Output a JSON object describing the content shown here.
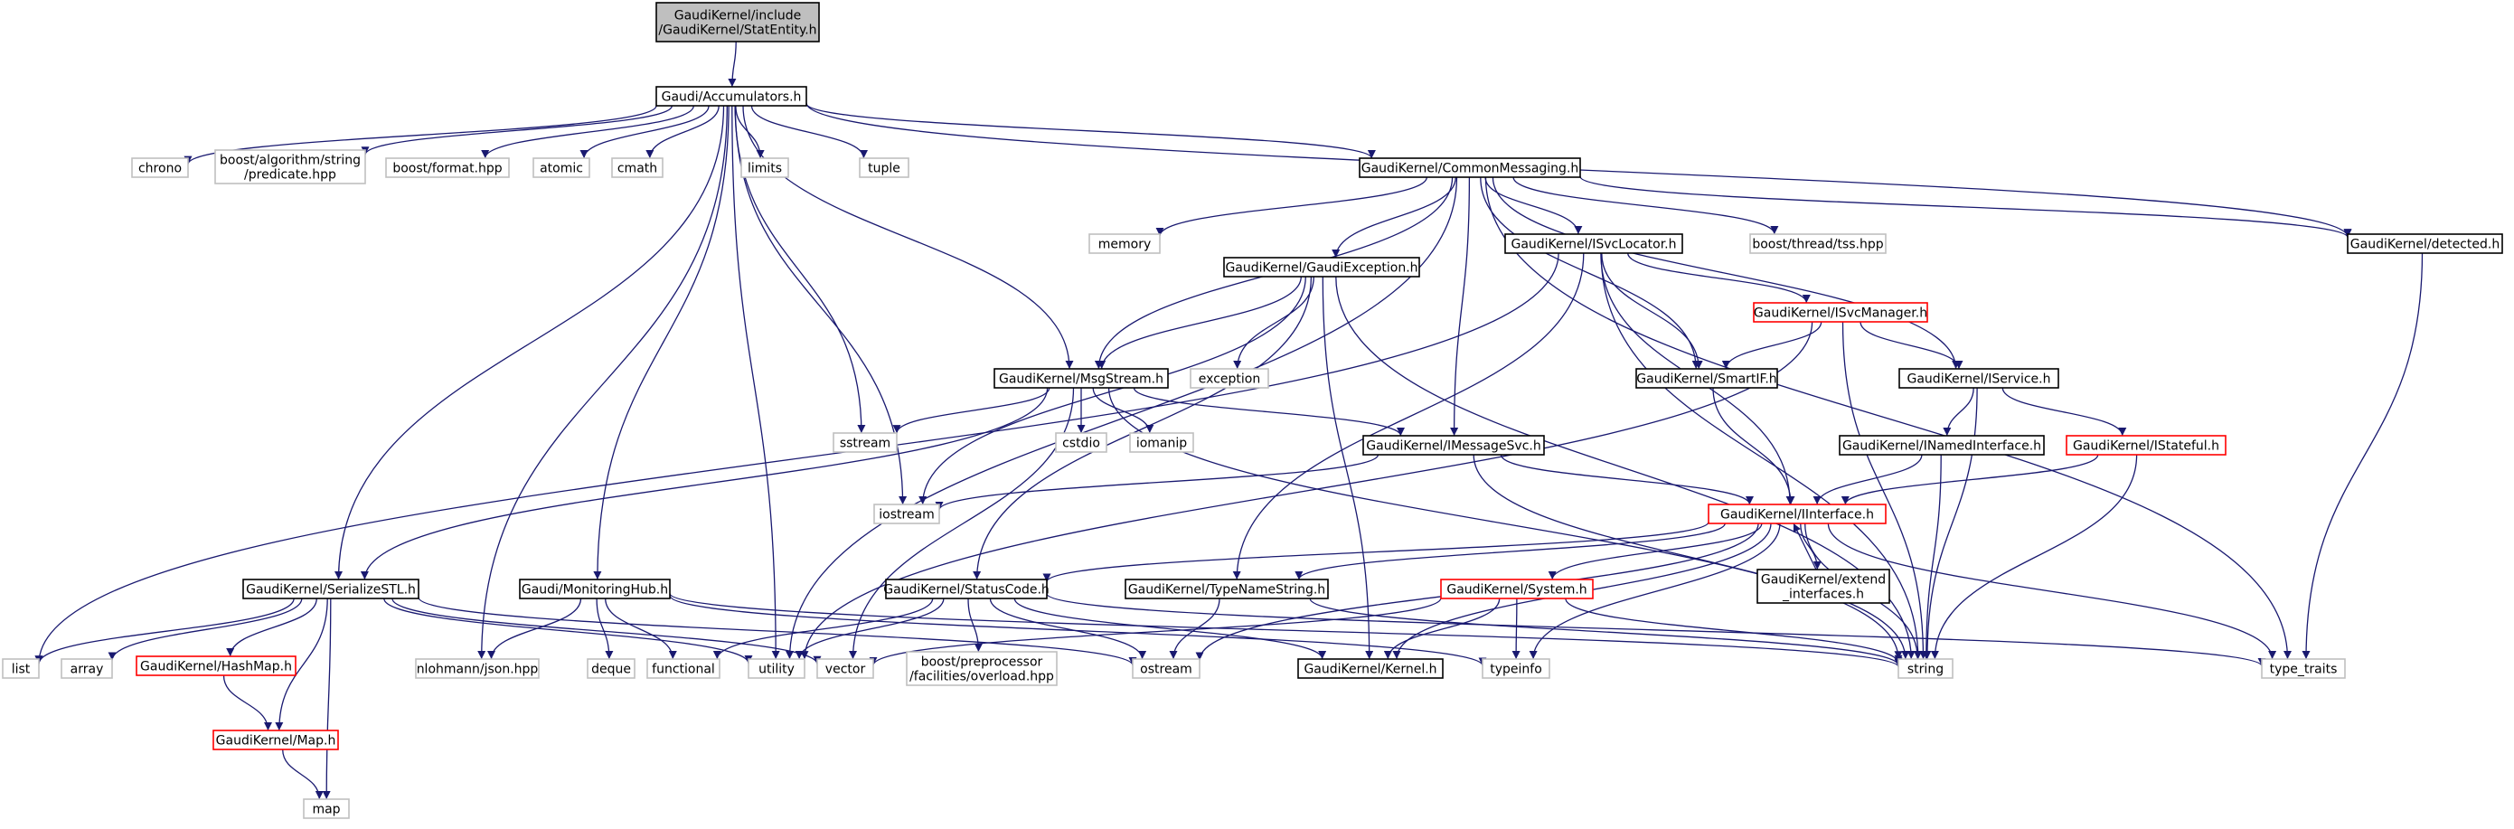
{
  "graph": {
    "style": {
      "edge_color": "#191970",
      "root_fill": "#bfbfbf",
      "normal_border": "#000000",
      "truncated_border": "#ff0000",
      "external_border": "#bfbfbf",
      "text_color": "#000000"
    },
    "nodes": [
      {
        "id": "root",
        "lines": [
          "GaudiKernel/include",
          "/GaudiKernel/StatEntity.h"
        ],
        "kind": "root"
      },
      {
        "id": "acc",
        "lines": [
          "Gaudi/Accumulators.h"
        ],
        "kind": "normal"
      },
      {
        "id": "chrono",
        "lines": [
          "chrono"
        ],
        "kind": "external"
      },
      {
        "id": "boostalg",
        "lines": [
          "boost/algorithm/string",
          "/predicate.hpp"
        ],
        "kind": "external"
      },
      {
        "id": "boostfmt",
        "lines": [
          "boost/format.hpp"
        ],
        "kind": "external"
      },
      {
        "id": "atomic",
        "lines": [
          "atomic"
        ],
        "kind": "external"
      },
      {
        "id": "cmath",
        "lines": [
          "cmath"
        ],
        "kind": "external"
      },
      {
        "id": "limits",
        "lines": [
          "limits"
        ],
        "kind": "external"
      },
      {
        "id": "tuple",
        "lines": [
          "tuple"
        ],
        "kind": "external"
      },
      {
        "id": "common",
        "lines": [
          "GaudiKernel/CommonMessaging.h"
        ],
        "kind": "normal"
      },
      {
        "id": "detected",
        "lines": [
          "GaudiKernel/detected.h"
        ],
        "kind": "normal"
      },
      {
        "id": "memory",
        "lines": [
          "memory"
        ],
        "kind": "external"
      },
      {
        "id": "isvcloc",
        "lines": [
          "GaudiKernel/ISvcLocator.h"
        ],
        "kind": "normal"
      },
      {
        "id": "tss",
        "lines": [
          "boost/thread/tss.hpp"
        ],
        "kind": "external"
      },
      {
        "id": "gexc",
        "lines": [
          "GaudiKernel/GaudiException.h"
        ],
        "kind": "normal"
      },
      {
        "id": "isvcmgr",
        "lines": [
          "GaudiKernel/ISvcManager.h"
        ],
        "kind": "truncated"
      },
      {
        "id": "exception",
        "lines": [
          "exception"
        ],
        "kind": "external"
      },
      {
        "id": "msgstream",
        "lines": [
          "GaudiKernel/MsgStream.h"
        ],
        "kind": "normal"
      },
      {
        "id": "smartif",
        "lines": [
          "GaudiKernel/SmartIF.h"
        ],
        "kind": "normal"
      },
      {
        "id": "iservice",
        "lines": [
          "GaudiKernel/IService.h"
        ],
        "kind": "normal"
      },
      {
        "id": "sstream",
        "lines": [
          "sstream"
        ],
        "kind": "external"
      },
      {
        "id": "cstdio",
        "lines": [
          "cstdio"
        ],
        "kind": "external"
      },
      {
        "id": "iomanip",
        "lines": [
          "iomanip"
        ],
        "kind": "external"
      },
      {
        "id": "imsgsvc",
        "lines": [
          "GaudiKernel/IMessageSvc.h"
        ],
        "kind": "normal"
      },
      {
        "id": "inamed",
        "lines": [
          "GaudiKernel/INamedInterface.h"
        ],
        "kind": "normal"
      },
      {
        "id": "istateful",
        "lines": [
          "GaudiKernel/IStateful.h"
        ],
        "kind": "truncated"
      },
      {
        "id": "iostream",
        "lines": [
          "iostream"
        ],
        "kind": "external"
      },
      {
        "id": "iinterface",
        "lines": [
          "GaudiKernel/IInterface.h"
        ],
        "kind": "truncated"
      },
      {
        "id": "extend",
        "lines": [
          "GaudiKernel/extend",
          "_interfaces.h"
        ],
        "kind": "normal"
      },
      {
        "id": "serialize",
        "lines": [
          "GaudiKernel/SerializeSTL.h"
        ],
        "kind": "normal"
      },
      {
        "id": "monhub",
        "lines": [
          "Gaudi/MonitoringHub.h"
        ],
        "kind": "normal"
      },
      {
        "id": "statuscode",
        "lines": [
          "GaudiKernel/StatusCode.h"
        ],
        "kind": "normal"
      },
      {
        "id": "typename",
        "lines": [
          "GaudiKernel/TypeNameString.h"
        ],
        "kind": "normal"
      },
      {
        "id": "system",
        "lines": [
          "GaudiKernel/System.h"
        ],
        "kind": "truncated"
      },
      {
        "id": "list",
        "lines": [
          "list"
        ],
        "kind": "external"
      },
      {
        "id": "array",
        "lines": [
          "array"
        ],
        "kind": "external"
      },
      {
        "id": "hashmap",
        "lines": [
          "GaudiKernel/HashMap.h"
        ],
        "kind": "truncated"
      },
      {
        "id": "nlohmann",
        "lines": [
          "nlohmann/json.hpp"
        ],
        "kind": "external"
      },
      {
        "id": "deque",
        "lines": [
          "deque"
        ],
        "kind": "external"
      },
      {
        "id": "functional",
        "lines": [
          "functional"
        ],
        "kind": "external"
      },
      {
        "id": "utility",
        "lines": [
          "utility"
        ],
        "kind": "external"
      },
      {
        "id": "vector",
        "lines": [
          "vector"
        ],
        "kind": "external"
      },
      {
        "id": "boostpp",
        "lines": [
          "boost/preprocessor",
          "/facilities/overload.hpp"
        ],
        "kind": "external"
      },
      {
        "id": "ostream",
        "lines": [
          "ostream"
        ],
        "kind": "external"
      },
      {
        "id": "kernel",
        "lines": [
          "GaudiKernel/Kernel.h"
        ],
        "kind": "normal"
      },
      {
        "id": "typeinfo",
        "lines": [
          "typeinfo"
        ],
        "kind": "external"
      },
      {
        "id": "string",
        "lines": [
          "string"
        ],
        "kind": "external"
      },
      {
        "id": "typetraits",
        "lines": [
          "type_traits"
        ],
        "kind": "external"
      },
      {
        "id": "map_h",
        "lines": [
          "GaudiKernel/Map.h"
        ],
        "kind": "truncated"
      },
      {
        "id": "map",
        "lines": [
          "map"
        ],
        "kind": "external"
      }
    ],
    "edges": [
      [
        "root",
        "acc"
      ],
      [
        "acc",
        "chrono"
      ],
      [
        "acc",
        "boostalg"
      ],
      [
        "acc",
        "boostfmt"
      ],
      [
        "acc",
        "atomic"
      ],
      [
        "acc",
        "cmath"
      ],
      [
        "acc",
        "limits"
      ],
      [
        "acc",
        "tuple"
      ],
      [
        "acc",
        "common"
      ],
      [
        "acc",
        "detected"
      ],
      [
        "acc",
        "msgstream"
      ],
      [
        "acc",
        "sstream"
      ],
      [
        "acc",
        "iostream"
      ],
      [
        "acc",
        "utility"
      ],
      [
        "acc",
        "nlohmann"
      ],
      [
        "acc",
        "monhub"
      ],
      [
        "acc",
        "serialize"
      ],
      [
        "common",
        "memory"
      ],
      [
        "common",
        "isvcloc"
      ],
      [
        "common",
        "tss"
      ],
      [
        "common",
        "gexc"
      ],
      [
        "common",
        "msgstream"
      ],
      [
        "common",
        "imsgsvc"
      ],
      [
        "common",
        "smartif"
      ],
      [
        "common",
        "iservice"
      ],
      [
        "common",
        "detected"
      ],
      [
        "common",
        "typetraits"
      ],
      [
        "common",
        "utility"
      ],
      [
        "detected",
        "typetraits"
      ],
      [
        "isvcloc",
        "isvcmgr"
      ],
      [
        "isvcloc",
        "smartif"
      ],
      [
        "isvcloc",
        "iinterface"
      ],
      [
        "isvcloc",
        "typename"
      ],
      [
        "isvcloc",
        "string"
      ],
      [
        "isvcloc",
        "list"
      ],
      [
        "gexc",
        "msgstream"
      ],
      [
        "gexc",
        "exception"
      ],
      [
        "gexc",
        "iostream"
      ],
      [
        "gexc",
        "statuscode"
      ],
      [
        "gexc",
        "kernel"
      ],
      [
        "gexc",
        "string"
      ],
      [
        "isvcmgr",
        "smartif"
      ],
      [
        "isvcmgr",
        "iservice"
      ],
      [
        "isvcmgr",
        "string"
      ],
      [
        "isvcmgr",
        "utility"
      ],
      [
        "smartif",
        "iinterface"
      ],
      [
        "iservice",
        "inamed"
      ],
      [
        "iservice",
        "istateful"
      ],
      [
        "iservice",
        "string"
      ],
      [
        "msgstream",
        "sstream"
      ],
      [
        "msgstream",
        "cstdio"
      ],
      [
        "msgstream",
        "iomanip"
      ],
      [
        "msgstream",
        "imsgsvc"
      ],
      [
        "msgstream",
        "string"
      ],
      [
        "msgstream",
        "vector"
      ],
      [
        "msgstream",
        "serialize"
      ],
      [
        "imsgsvc",
        "iostream"
      ],
      [
        "imsgsvc",
        "iinterface"
      ],
      [
        "imsgsvc",
        "string"
      ],
      [
        "inamed",
        "iinterface"
      ],
      [
        "inamed",
        "string"
      ],
      [
        "istateful",
        "iinterface"
      ],
      [
        "istateful",
        "string"
      ],
      [
        "iinterface",
        "extend"
      ],
      [
        "iinterface",
        "statuscode"
      ],
      [
        "iinterface",
        "typename"
      ],
      [
        "iinterface",
        "system"
      ],
      [
        "iinterface",
        "kernel"
      ],
      [
        "iinterface",
        "ostream"
      ],
      [
        "iinterface",
        "typeinfo"
      ],
      [
        "iinterface",
        "string"
      ],
      [
        "iinterface",
        "typetraits"
      ],
      [
        "extend",
        "iinterface"
      ],
      [
        "serialize",
        "list"
      ],
      [
        "serialize",
        "array"
      ],
      [
        "serialize",
        "hashmap"
      ],
      [
        "serialize",
        "map_h"
      ],
      [
        "serialize",
        "map"
      ],
      [
        "serialize",
        "ostream"
      ],
      [
        "serialize",
        "utility"
      ],
      [
        "serialize",
        "vector"
      ],
      [
        "monhub",
        "nlohmann"
      ],
      [
        "monhub",
        "deque"
      ],
      [
        "monhub",
        "functional"
      ],
      [
        "monhub",
        "typeinfo"
      ],
      [
        "monhub",
        "string"
      ],
      [
        "statuscode",
        "boostpp"
      ],
      [
        "statuscode",
        "ostream"
      ],
      [
        "statuscode",
        "utility"
      ],
      [
        "statuscode",
        "functional"
      ],
      [
        "statuscode",
        "kernel"
      ],
      [
        "statuscode",
        "typetraits"
      ],
      [
        "typename",
        "ostream"
      ],
      [
        "typename",
        "string"
      ],
      [
        "system",
        "kernel"
      ],
      [
        "system",
        "typeinfo"
      ],
      [
        "system",
        "string"
      ],
      [
        "system",
        "vector"
      ],
      [
        "hashmap",
        "map_h"
      ],
      [
        "map_h",
        "map"
      ]
    ]
  }
}
